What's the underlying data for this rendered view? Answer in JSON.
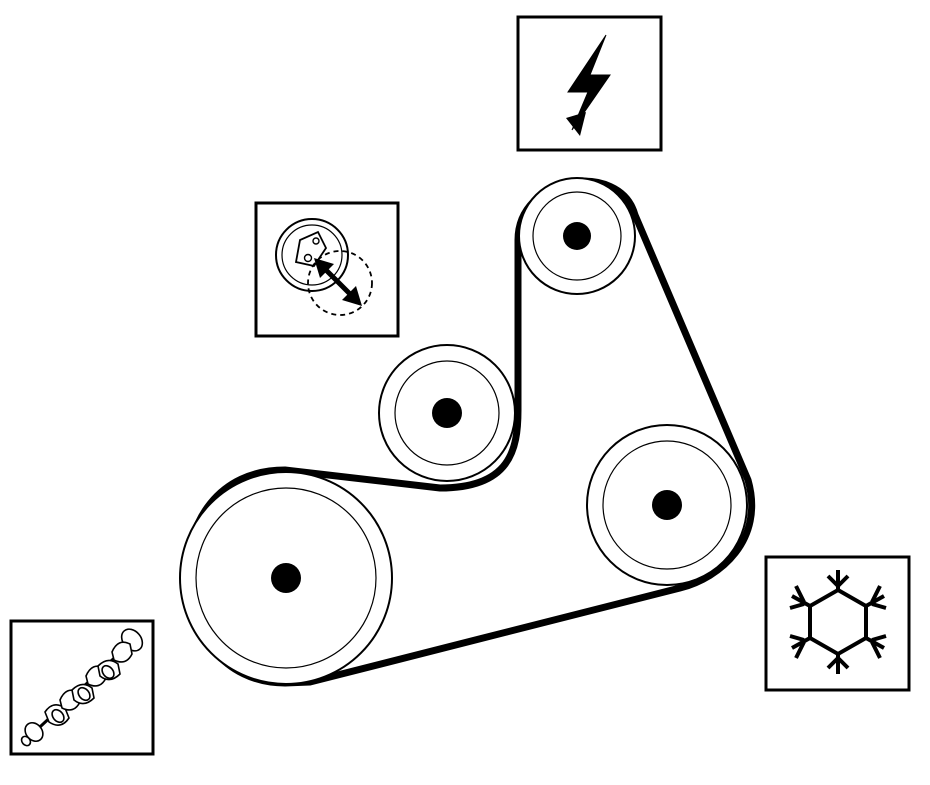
{
  "diagram": {
    "type": "serpentine-belt-routing",
    "colors": {
      "stroke": "#000000",
      "background": "#ffffff"
    },
    "pulleys": [
      {
        "id": "crankshaft",
        "icon": "crankshaft-icon"
      },
      {
        "id": "tensioner",
        "icon": "belt-tensioner-icon"
      },
      {
        "id": "alternator",
        "icon": "lightning-bolt-icon"
      },
      {
        "id": "ac-compressor",
        "icon": "snowflake-icon"
      }
    ],
    "idler": {
      "id": "idler"
    }
  }
}
